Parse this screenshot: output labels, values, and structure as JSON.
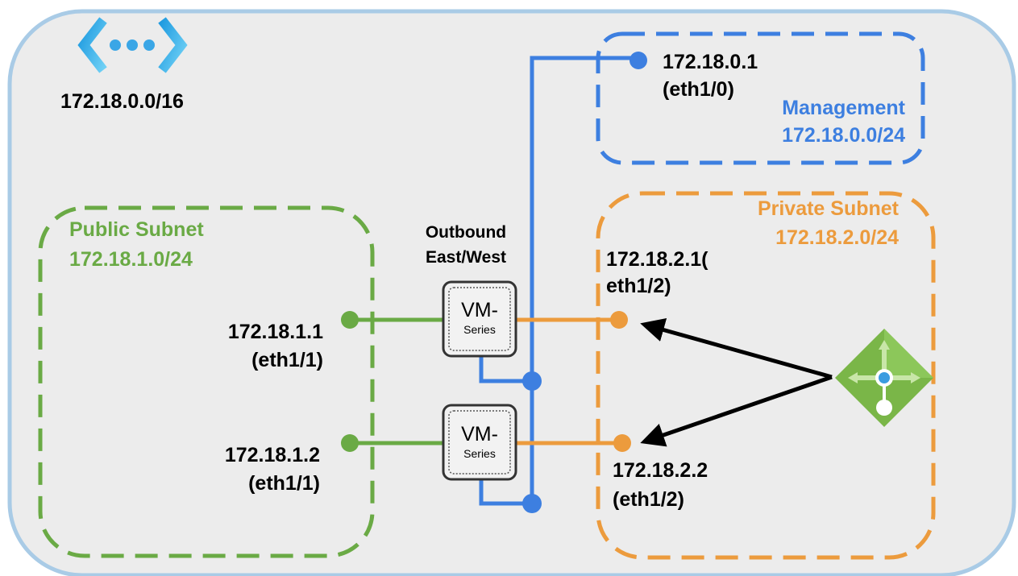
{
  "vnet": {
    "cidr": "172.18.0.0/16",
    "icon": "virtual-network-icon"
  },
  "management": {
    "name": "Management",
    "cidr": "172.18.0.0/24",
    "interface_ip": "172.18.0.1",
    "interface_port": "(eth1/0)"
  },
  "public_subnet": {
    "name": "Public Subnet",
    "cidr": "172.18.1.0/24",
    "interfaces": [
      {
        "ip": "172.18.1.1",
        "port": "(eth1/1)"
      },
      {
        "ip": "172.18.1.2",
        "port": "(eth1/1)"
      }
    ]
  },
  "private_subnet": {
    "name": "Private Subnet",
    "cidr": "172.18.2.0/24",
    "interfaces": [
      {
        "ip": "172.18.2.1(",
        "port": "eth1/2)"
      },
      {
        "ip": "172.18.2.2",
        "port": "(eth1/2)"
      }
    ]
  },
  "firewall_group": {
    "line1": "Outbound",
    "line2": "East/West"
  },
  "vm_series": [
    {
      "top": "VM-",
      "bottom": "Series"
    },
    {
      "top": "VM-",
      "bottom": "Series"
    }
  ],
  "load_balancer": {
    "icon": "load-balancer-icon"
  },
  "colors": {
    "background": "#ececec",
    "vnet_border": "#a9cbe6",
    "public": "#6aaa45",
    "private": "#ec9b3d",
    "management": "#3d7fe0",
    "arrow": "#000000"
  }
}
